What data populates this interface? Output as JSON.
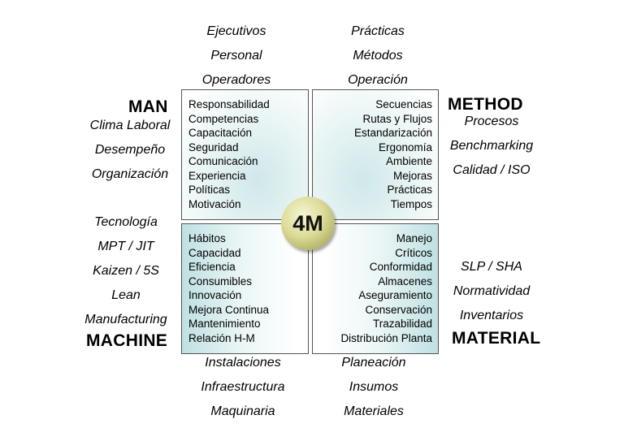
{
  "center": {
    "label": "4M"
  },
  "top_left_above": [
    "Ejecutivos",
    "Personal",
    "Operadores"
  ],
  "top_right_above": [
    "Prácticas",
    "Métodos",
    "Operación"
  ],
  "bottom_left_below": [
    "Instalaciones",
    "Infraestructura",
    "Maquinaria"
  ],
  "bottom_right_below": [
    "Planeación",
    "Insumos",
    "Materiales"
  ],
  "man": {
    "title": "MAN",
    "items": [
      "Clima Laboral",
      "Desempeño",
      "Organización"
    ]
  },
  "method": {
    "title": "METHOD",
    "items": [
      "Procesos",
      "Benchmarking",
      "Calidad / ISO"
    ]
  },
  "machine": {
    "title": "MACHINE",
    "items": [
      "Tecnología",
      "MPT / JIT",
      "Kaizen / 5S",
      "Lean",
      "Manufacturing"
    ]
  },
  "material": {
    "title": "MATERIAL",
    "items": [
      "SLP / SHA",
      "Normatividad",
      "Inventarios"
    ]
  },
  "quadrants": {
    "man": [
      "Responsabilidad",
      "Competencias",
      "Capacitación",
      "Seguridad",
      "Comunicación",
      "Experiencia",
      "Políticas",
      "Motivación"
    ],
    "method": [
      "Secuencias",
      "Rutas y Flujos",
      "Estandarización",
      "Ergonomía",
      "Ambiente",
      "Mejoras",
      "Prácticas",
      "Tiempos"
    ],
    "machine": [
      "Hábitos",
      "Capacidad",
      "Eficiencia",
      "Consumibles",
      "Innovación",
      "Mejora Continua",
      "Mantenimiento",
      "Relación H-M"
    ],
    "material": [
      "Manejo",
      "Críticos",
      "Conformidad",
      "Almacenes",
      "Aseguramiento",
      "Conservación",
      "Trazabilidad",
      "Distribución Planta"
    ]
  }
}
